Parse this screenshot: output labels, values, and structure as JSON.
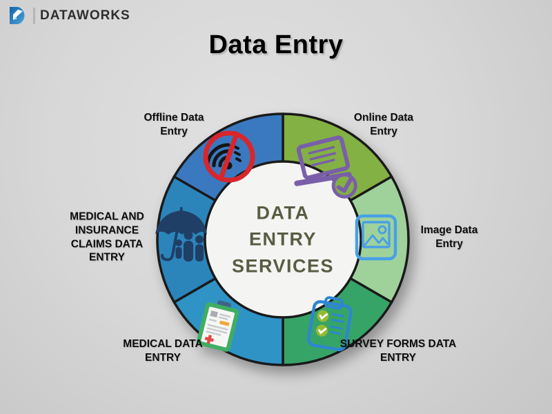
{
  "brand": {
    "name": "DATAWORKS",
    "logo_color": "#2a85c2"
  },
  "title": "Data Entry",
  "wheel": {
    "center_label": "DATA\nENTRY\nSERVICES",
    "center_text_color": "#575d42",
    "outline_color": "#1a1a1a",
    "inner_circle_color": "#f4f4f2",
    "segments": [
      {
        "name": "online-data-entry",
        "label": "Online Data Entry",
        "color": "#83b143",
        "icon": "laptop-check-icon",
        "icon_color": "#7a5fa8"
      },
      {
        "name": "image-data-entry",
        "label": "Image Data Entry",
        "color": "#9fd29b",
        "icon": "picture-icon",
        "icon_color": "#49a0e6"
      },
      {
        "name": "survey-forms-data-entry",
        "label": "SURVEY FORMS DATA ENTRY",
        "color": "#36a466",
        "icon": "survey-clipboard-icon",
        "icon_color": "#2e86d0"
      },
      {
        "name": "medical-data-entry",
        "label": "MEDICAL DATA ENTRY",
        "color": "#2f93c6",
        "icon": "medical-clipboard-icon",
        "icon_color": "#3fae63"
      },
      {
        "name": "medical-insurance-claims-data-entry",
        "label": "MEDICAL AND INSURANCE CLAIMS DATA ENTRY",
        "color": "#2b85bb",
        "icon": "umbrella-family-icon",
        "icon_color": "#203f66"
      },
      {
        "name": "offline-data-entry",
        "label": "Offline Data Entry",
        "color": "#3a79c0",
        "icon": "no-wifi-icon",
        "icon_color": "#d7262c"
      }
    ]
  }
}
